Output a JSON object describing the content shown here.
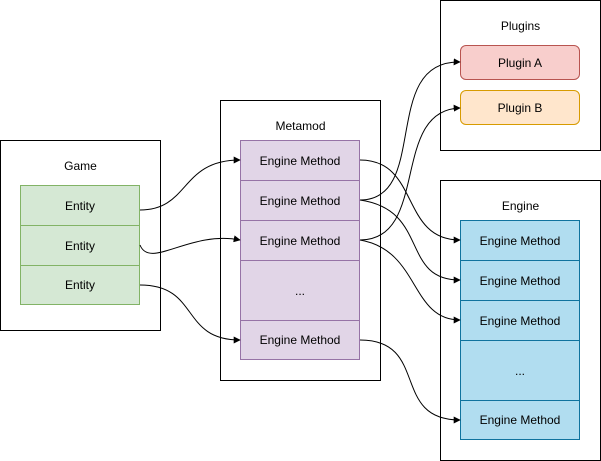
{
  "game": {
    "title": "Game",
    "entities": [
      "Entity",
      "Entity",
      "Entity"
    ]
  },
  "metamod": {
    "title": "Metamod",
    "methods": [
      "Engine Method",
      "Engine Method",
      "Engine Method",
      "...",
      "Engine Method"
    ]
  },
  "plugins": {
    "title": "Plugins",
    "items": [
      "Plugin A",
      "Plugin B"
    ]
  },
  "engine": {
    "title": "Engine",
    "methods": [
      "Engine Method",
      "Engine Method",
      "Engine Method",
      "...",
      "Engine Method"
    ]
  },
  "colors": {
    "entity_fill": "#d5e8d4",
    "entity_stroke": "#82b366",
    "metamod_fill": "#e1d5e7",
    "metamod_stroke": "#9673a6",
    "engine_fill": "#b1ddf0",
    "engine_stroke": "#10739e",
    "plugin_a_fill": "#f8cecc",
    "plugin_a_stroke": "#b85450",
    "plugin_b_fill": "#ffe6cc",
    "plugin_b_stroke": "#d79b00"
  }
}
